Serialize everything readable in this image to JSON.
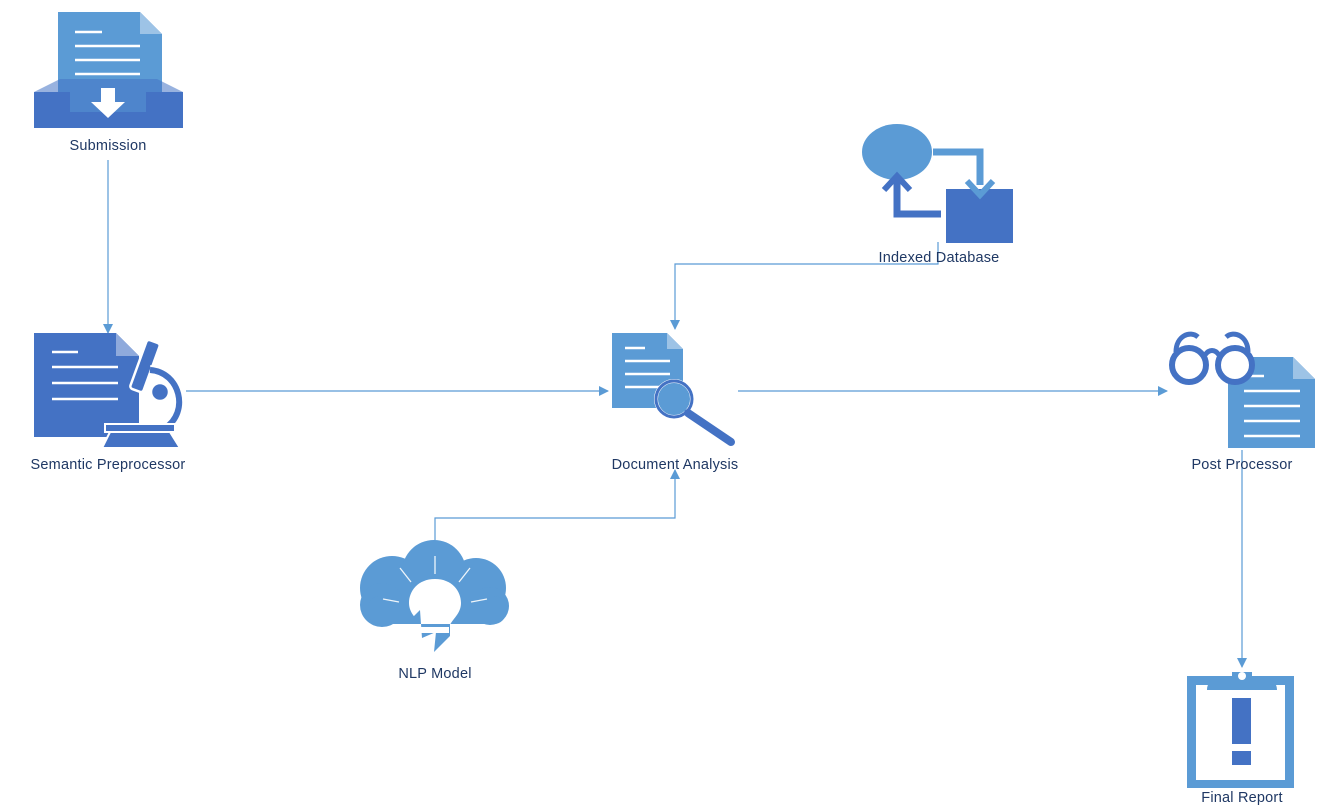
{
  "nodes": {
    "submission": {
      "label": "Submission",
      "icon": "inbox-document-icon"
    },
    "semantic_preprocessor": {
      "label": "Semantic Preprocessor",
      "icon": "document-microscope-icon"
    },
    "document_analysis": {
      "label": "Document Analysis",
      "icon": "document-search-icon"
    },
    "indexed_database": {
      "label": "Indexed Database",
      "icon": "data-flow-icon"
    },
    "nlp_model": {
      "label": "NLP Model",
      "icon": "cloud-lightbulb-icon"
    },
    "post_processor": {
      "label": "Post Processor",
      "icon": "glasses-document-icon"
    },
    "final_report": {
      "label": "Final Report",
      "icon": "clipboard-alert-icon"
    }
  },
  "edges": [
    {
      "from": "Submission",
      "to": "Semantic Preprocessor"
    },
    {
      "from": "Semantic Preprocessor",
      "to": "Document Analysis"
    },
    {
      "from": "Indexed Database",
      "to": "Document Analysis"
    },
    {
      "from": "NLP Model",
      "to": "Document Analysis"
    },
    {
      "from": "Document Analysis",
      "to": "Post Processor"
    },
    {
      "from": "Post Processor",
      "to": "Final Report"
    }
  ],
  "colors": {
    "light_blue": "#5b9bd5",
    "dark_blue": "#4472c4",
    "connector": "#5b9bd5",
    "text": "#1f3864"
  }
}
